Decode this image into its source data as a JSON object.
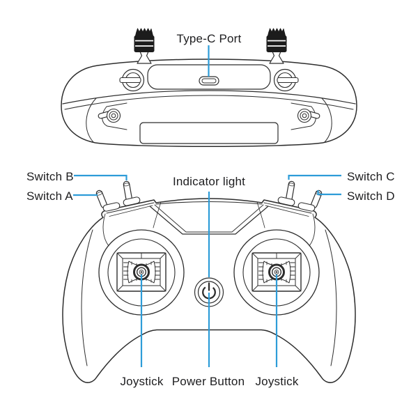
{
  "colors": {
    "callout_blue": "#2D9CD8",
    "line_dark": "#2d2d2d",
    "text_dark": "#1d1d1f"
  },
  "top_view": {
    "label_type_c_port": "Type-C Port"
  },
  "front_view": {
    "label_switch_a": "Switch A",
    "label_switch_b": "Switch B",
    "label_switch_c": "Switch C",
    "label_switch_d": "Switch D",
    "label_indicator_light": "Indicator light",
    "label_joystick_left": "Joystick",
    "label_power_button": "Power Button",
    "label_joystick_right": "Joystick"
  }
}
